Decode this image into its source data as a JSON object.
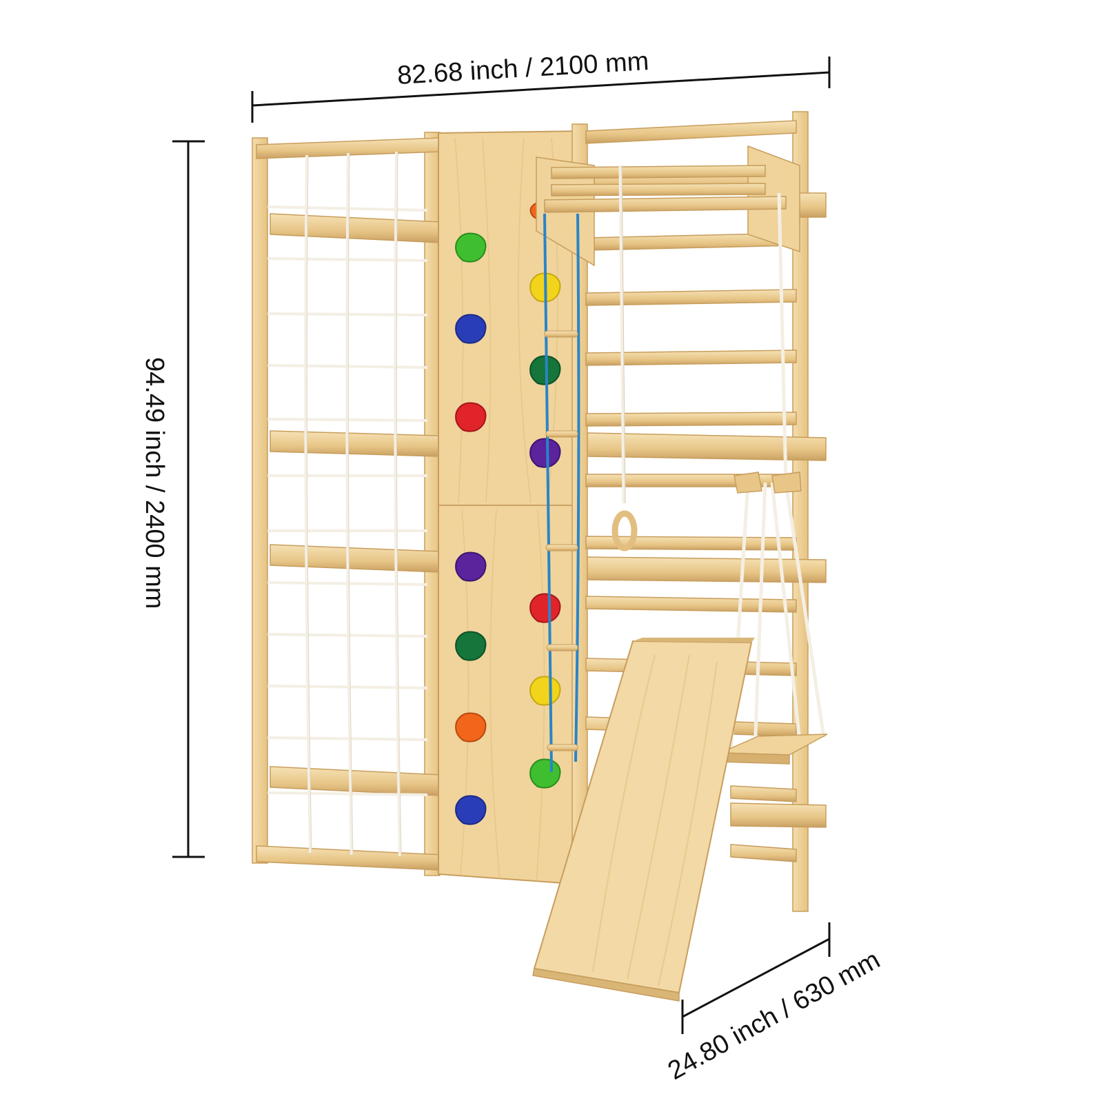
{
  "dimensions": {
    "width_label": "82.68 inch / 2100 mm",
    "height_label": "94.49 inch / 2400 mm",
    "depth_label": "24.80 inch / 630 mm"
  },
  "colors": {
    "wood_light": "#f2d9a6",
    "wood_mid": "#e8c688",
    "wood_dark": "#c9a264",
    "rope": "#f4efe4",
    "blue_rope": "#2a84c7",
    "dimension_line": "#111111"
  },
  "climbing_holds": [
    "green",
    "yellow",
    "blue",
    "dark-green",
    "red",
    "purple",
    "purple",
    "red",
    "dark-green",
    "yellow",
    "orange",
    "green",
    "blue"
  ]
}
